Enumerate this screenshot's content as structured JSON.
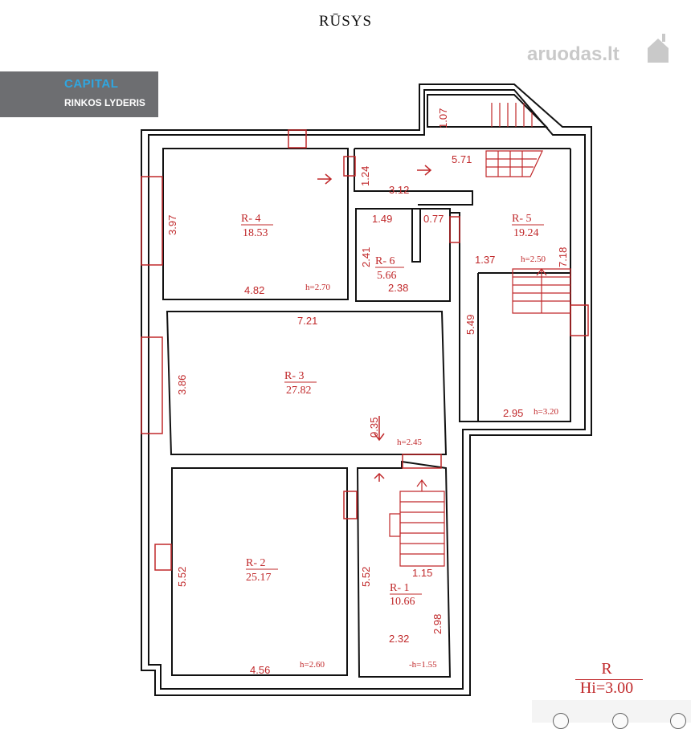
{
  "header": {
    "title": "RŪSYS"
  },
  "watermark": {
    "text": "aruodas.lt",
    "icon": "house-icon"
  },
  "badge": {
    "logo": "CAPITAL",
    "subtitle": "RINKOS LYDERIS"
  },
  "rooms": [
    {
      "id": "R- 4",
      "area": "18.53",
      "height": "h=2.70"
    },
    {
      "id": "R- 6",
      "area": "5.66"
    },
    {
      "id": "R- 5",
      "area": "19.24",
      "height": "h=2.50",
      "height2": "h=3.20"
    },
    {
      "id": "R- 3",
      "area": "27.82",
      "height": "h=2.45"
    },
    {
      "id": "R- 2",
      "area": "25.17",
      "height": "h=2.60"
    },
    {
      "id": "R- 1",
      "area": "10.66",
      "height": "-h=1.55"
    }
  ],
  "dimensions": [
    "1.07",
    "5.71",
    "1.24",
    "3.12",
    "3.97",
    "1.49",
    "0.77",
    "2.41",
    "1.37",
    "7.18",
    "4.82",
    "2.38",
    "7.21",
    "5.49",
    "3.86",
    "2.95",
    "0.35",
    "5.52",
    "5.52",
    "1.15",
    "2.98",
    "2.32",
    "4.56"
  ],
  "legend": {
    "label": "R",
    "height": "Hi=3.00"
  },
  "colors": {
    "annotation": "#c0282a",
    "wall": "#111111",
    "badge": "#6d6e71",
    "watermark": "#c9c9c9"
  }
}
